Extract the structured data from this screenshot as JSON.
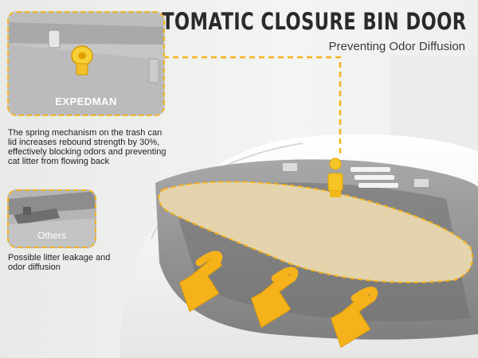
{
  "header": {
    "title": "AUTOMATIC CLOSURE BIN DOOR",
    "subtitle": "Preventing Odor Diffusion"
  },
  "inset_main": {
    "brand_label": "EXPEDMAN",
    "description_lines": [
      "The spring mechanism on the trash can",
      "lid increases rebound strength by 30%,",
      "effectively blocking odors and preventing",
      "cat litter from flowing back"
    ]
  },
  "inset_other": {
    "label": "Others",
    "description_lines": [
      "Possible litter leakage and",
      "odor diffusion"
    ]
  },
  "colors": {
    "accent": "#f6b21a",
    "door_fill": "#e3d4ad",
    "frame_gray": "#8e8e8e"
  },
  "icons": [
    "spring-hinge-icon",
    "airflow-arrow-icon"
  ]
}
